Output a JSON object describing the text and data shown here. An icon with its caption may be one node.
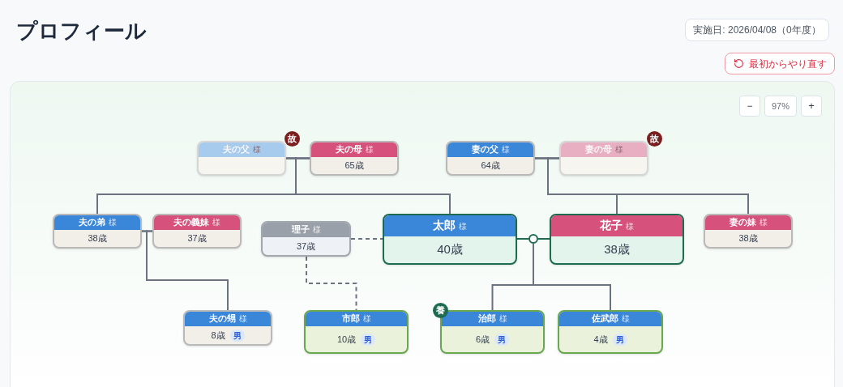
{
  "diagram": {
    "title": "プロフィール",
    "nodes": [
      {
        "text": [
          "夫の父",
          "様"
        ],
        "beside": [
          "故"
        ]
      },
      {
        "text": [
          "夫の母",
          "様",
          "65歳"
        ]
      },
      {
        "text": [
          "妻の父",
          "様",
          "64歳"
        ]
      },
      {
        "text": [
          "妻の母",
          "様"
        ],
        "beside": [
          "故"
        ]
      },
      {
        "text": [
          "夫の弟",
          "様",
          "38歳"
        ]
      },
      {
        "text": [
          "夫の義妹",
          "様",
          "37歳"
        ]
      },
      {
        "text": [
          "理子",
          "様",
          "37歳"
        ]
      },
      {
        "text": [
          "太郎",
          "様",
          "40歳"
        ]
      },
      {
        "text": [
          "花子",
          "様",
          "38歳"
        ]
      },
      {
        "text": [
          "妻の妹",
          "様",
          "38歳"
        ]
      },
      {
        "text": [
          "夫の甥",
          "様",
          "8歳",
          "男"
        ]
      },
      {
        "text": [
          "市郎",
          "様",
          "10歳",
          "男"
        ]
      },
      {
        "text": [
          "治郎",
          "様",
          "6歳",
          "男"
        ],
        "beside": [
          "養"
        ]
      },
      {
        "text": [
          "佐武郎",
          "様",
          "4歳",
          "男"
        ]
      },
      {
        "text": [],
        "shape": "circle"
      }
    ],
    "edges": [
      {
        "from": 0,
        "to": 1,
        "arrow": "none"
      },
      {
        "from": 0,
        "to": 4,
        "arrow": "none"
      },
      {
        "from": 1,
        "to": 4,
        "arrow": "none"
      },
      {
        "from": 0,
        "to": 7,
        "arrow": "none"
      },
      {
        "from": 1,
        "to": 7,
        "arrow": "none"
      },
      {
        "from": 2,
        "to": 3,
        "arrow": "none"
      },
      {
        "from": 2,
        "to": 8,
        "arrow": "none"
      },
      {
        "from": 3,
        "to": 8,
        "arrow": "none"
      },
      {
        "from": 2,
        "to": 9,
        "arrow": "none"
      },
      {
        "from": 3,
        "to": 9,
        "arrow": "none"
      },
      {
        "from": 4,
        "to": 5,
        "arrow": "none"
      },
      {
        "from": 4,
        "to": 10,
        "arrow": "none"
      },
      {
        "from": 5,
        "to": 10,
        "arrow": "none"
      },
      {
        "from": 6,
        "to": 7,
        "arrow": "none",
        "style": "dashed"
      },
      {
        "from": 6,
        "to": 11,
        "arrow": "none",
        "style": "dashed"
      },
      {
        "from": 7,
        "to": 14,
        "arrow": "none",
        "color": "#1f6b52"
      },
      {
        "from": 14,
        "to": 8,
        "arrow": "none",
        "color": "#1f6b52"
      },
      {
        "from": 14,
        "to": 12,
        "arrow": "none"
      },
      {
        "from": 14,
        "to": 13,
        "arrow": "none"
      }
    ],
    "labels": [
      "実施日: 2026/04/08（0年度）",
      "最初からやり直す",
      "−",
      "97%",
      "+"
    ]
  }
}
